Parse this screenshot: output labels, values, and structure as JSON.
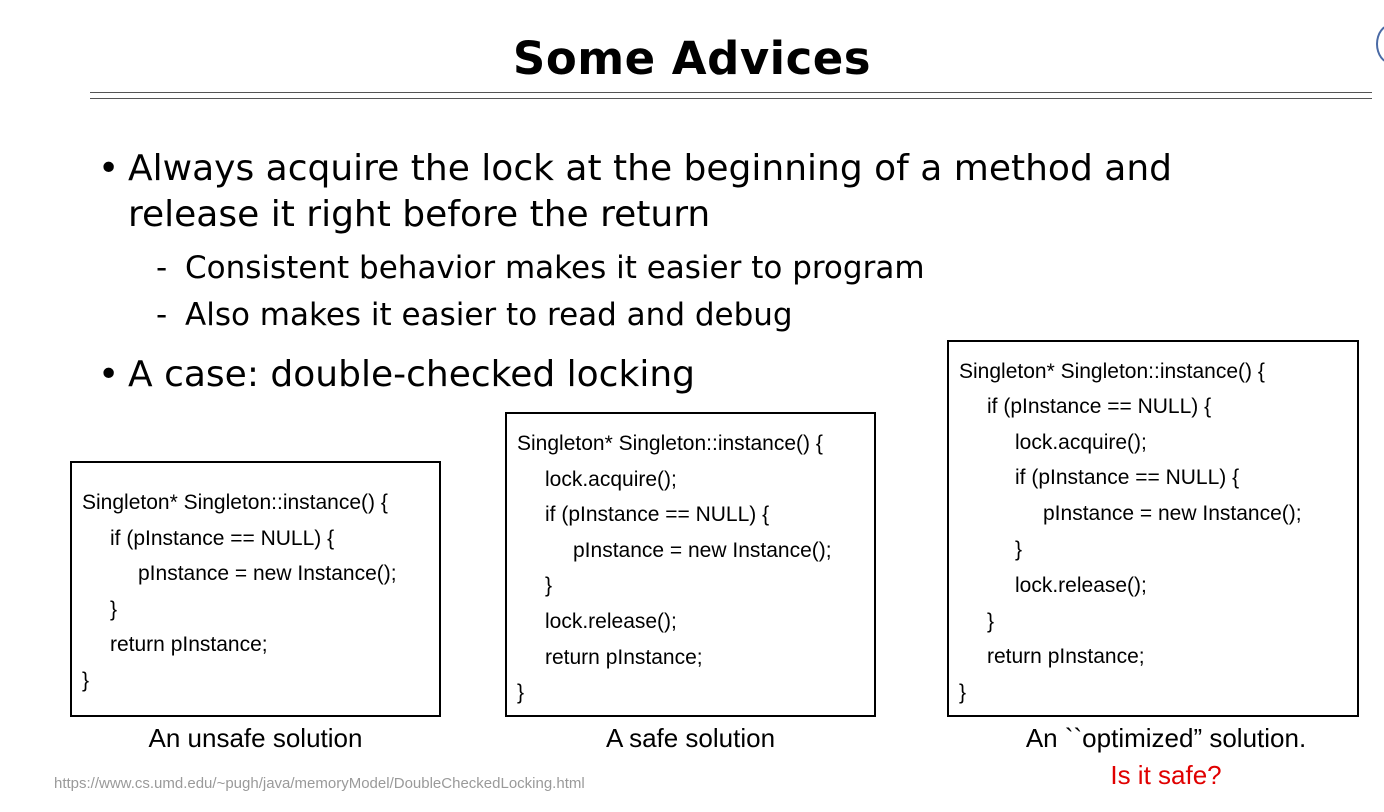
{
  "slide": {
    "title": "Some Advices",
    "bullets": [
      {
        "marker": "•",
        "text": "Always acquire the lock at the beginning of a method and release it right before the return"
      },
      {
        "marker": "•",
        "text": "A case: double-checked locking"
      }
    ],
    "sub_bullets": [
      {
        "marker": "-",
        "text": "Consistent behavior makes it easier to program"
      },
      {
        "marker": "-",
        "text": "Also makes it easier to read and debug"
      }
    ]
  },
  "code_boxes": [
    {
      "lines": [
        "Singleton* Singleton::instance() {",
        "if (pInstance == NULL) {",
        "pInstance = new Instance();",
        "}",
        "return pInstance;",
        "}"
      ],
      "caption": "An unsafe solution"
    },
    {
      "lines": [
        "Singleton* Singleton::instance() {",
        "lock.acquire();",
        "if (pInstance == NULL) {",
        "pInstance = new Instance();",
        "}",
        "lock.release();",
        "return pInstance;",
        "}"
      ],
      "caption": "A safe solution"
    },
    {
      "lines": [
        "Singleton* Singleton::instance() {",
        "if (pInstance == NULL) {",
        "lock.acquire();",
        "if (pInstance == NULL) {",
        "pInstance = new Instance();",
        "}",
        "lock.release();",
        "}",
        "return pInstance;",
        "}"
      ],
      "caption": "An ``optimized” solution.",
      "question": "Is it safe?"
    }
  ],
  "footer": {
    "url": "https://www.cs.umd.edu/~pugh/java/memoryModel/DoubleCheckedLocking.html"
  },
  "colors": {
    "question": "#e00000",
    "footer": "#9a9a9a"
  }
}
